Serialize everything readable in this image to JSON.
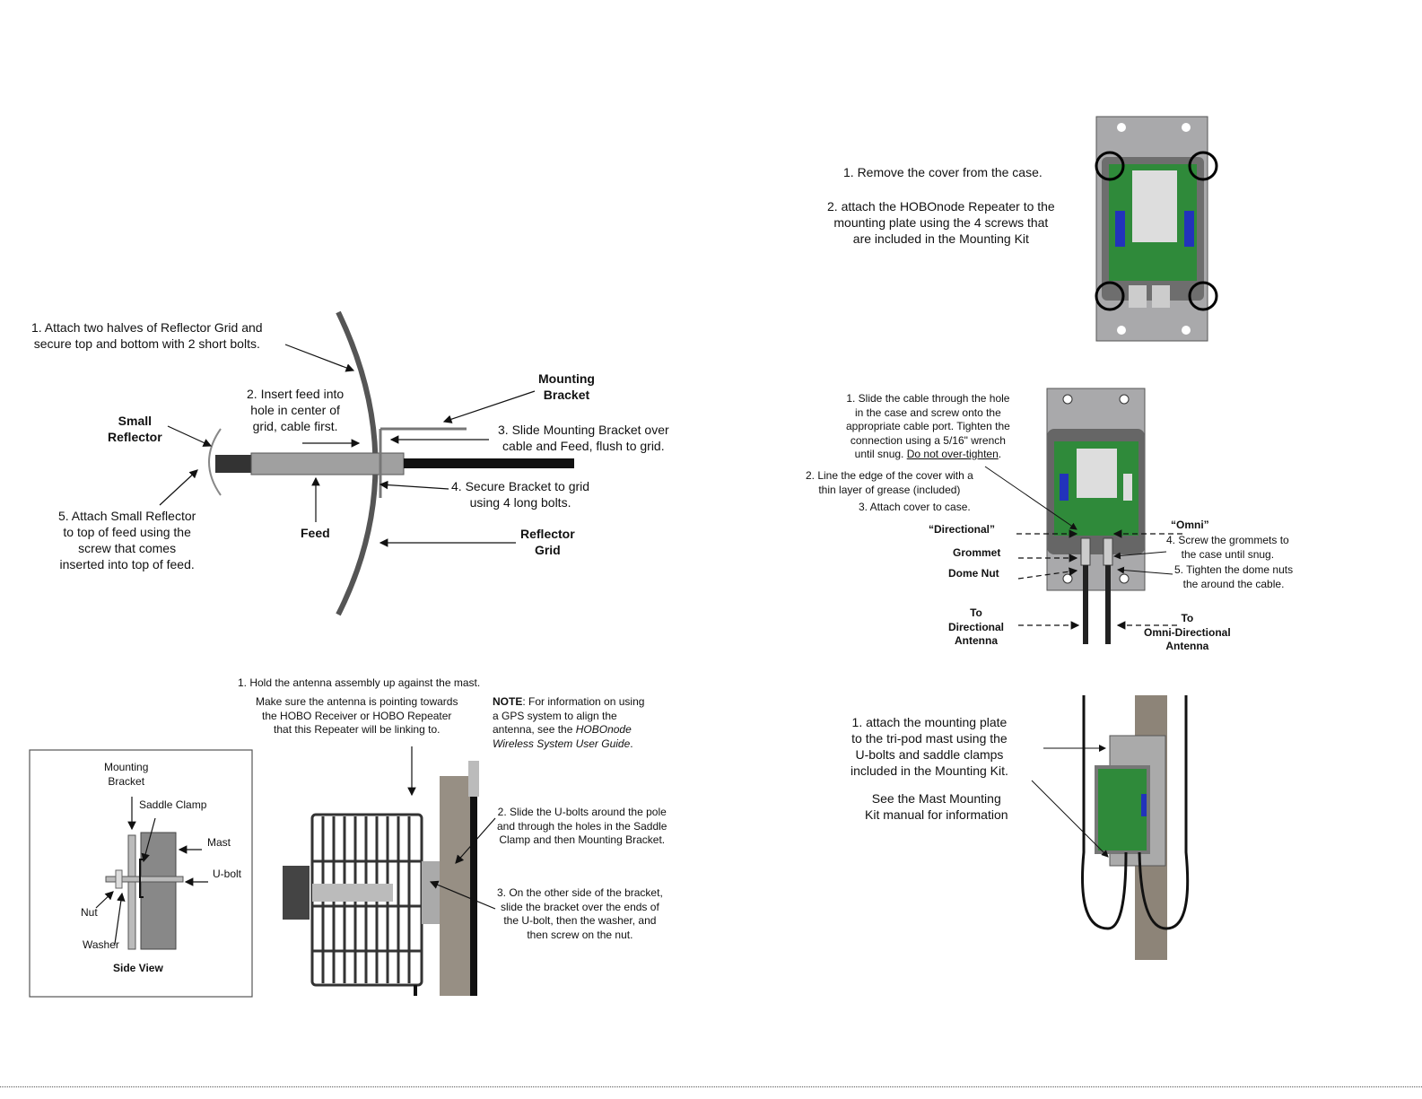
{
  "antenna_assembly": {
    "step1": [
      "1. Attach two halves of Reflector Grid and",
      "secure top and bottom with 2 short bolts."
    ],
    "step2": [
      "2. Insert feed into",
      "hole in center of",
      "grid, cable first."
    ],
    "step3": [
      "3. Slide Mounting Bracket over",
      "cable and Feed, flush to grid."
    ],
    "step4": [
      "4. Secure Bracket to grid",
      "using 4 long bolts."
    ],
    "step5": [
      "5. Attach Small Reflector",
      "to top of feed using the",
      "screw that comes",
      "inserted into top of feed."
    ],
    "label_small_reflector": [
      "Small",
      "Reflector"
    ],
    "label_mounting_bracket": [
      "Mounting",
      "Bracket"
    ],
    "label_feed": "Feed",
    "label_reflector_grid": [
      "Reflector",
      "Grid"
    ]
  },
  "mast_mounting": {
    "step1": "1. Hold the antenna assembly up against the mast.",
    "pointing_note": [
      "Make sure the antenna is pointing towards",
      "the HOBO Receiver or HOBO Repeater",
      "that this Repeater will be linking to."
    ],
    "note_bold": "NOTE",
    "note_text": [
      ": For information on using",
      "a GPS system to align the",
      "antenna, see the "
    ],
    "note_italic": [
      "HOBOnode",
      "Wireless System User Guide"
    ],
    "note_end": ".",
    "step2": [
      "2. Slide the U-bolts around the pole",
      "and through the holes in the Saddle",
      "Clamp and then Mounting Bracket."
    ],
    "step3": [
      "3. On the other side of the bracket,",
      "slide the bracket over the ends of",
      "the U-bolt, then the washer, and",
      "then screw on the nut."
    ],
    "side_view": {
      "mounting_bracket": [
        "Mounting",
        "Bracket"
      ],
      "saddle_clamp": "Saddle Clamp",
      "mast": "Mast",
      "u_bolt": "U-bolt",
      "nut": "Nut",
      "washer": "Washer",
      "title": "Side View"
    }
  },
  "repeater_plate": {
    "step1": "1. Remove the cover from the case.",
    "step2": [
      "2. attach the HOBOnode Repeater to the",
      "mounting plate using the 4 screws that",
      "are included in the Mounting Kit"
    ]
  },
  "cable_connection": {
    "step1": [
      "1. Slide the cable through the hole",
      "in the case and screw onto the",
      "appropriate cable port. Tighten the",
      "connection using a 5/16\" wrench"
    ],
    "step1_last": "until snug. ",
    "step1_underlined": "Do not over-tighten",
    "step1_end": ".",
    "step2": [
      "2. Line the edge of the cover with a",
      "thin layer of grease (included)"
    ],
    "step3": "3. Attach cover to case.",
    "step4": [
      "4. Screw the grommets to",
      "the case until snug."
    ],
    "step5": [
      "5. Tighten the dome nuts",
      "the around the cable."
    ],
    "label_directional": "“Directional”",
    "label_omni": "“Omni”",
    "label_grommet": "Grommet",
    "label_dome_nut": "Dome Nut",
    "to_directional": [
      "To",
      "Directional",
      "Antenna"
    ],
    "to_omni": [
      "To",
      "Omni-Directional",
      "Antenna"
    ]
  },
  "tripod_mounting": {
    "step1": [
      "1. attach the mounting plate",
      "to the tri-pod mast using the",
      "U-bolts and saddle clamps",
      "included in the Mounting Kit."
    ],
    "see_also": [
      "See the Mast Mounting",
      "Kit manual for information"
    ]
  },
  "colors": {
    "board_green": "#2f8a3a",
    "blue_component": "#2233bb",
    "plate_gray": "#a9a9ab",
    "mast_brown": "#8d8478"
  }
}
